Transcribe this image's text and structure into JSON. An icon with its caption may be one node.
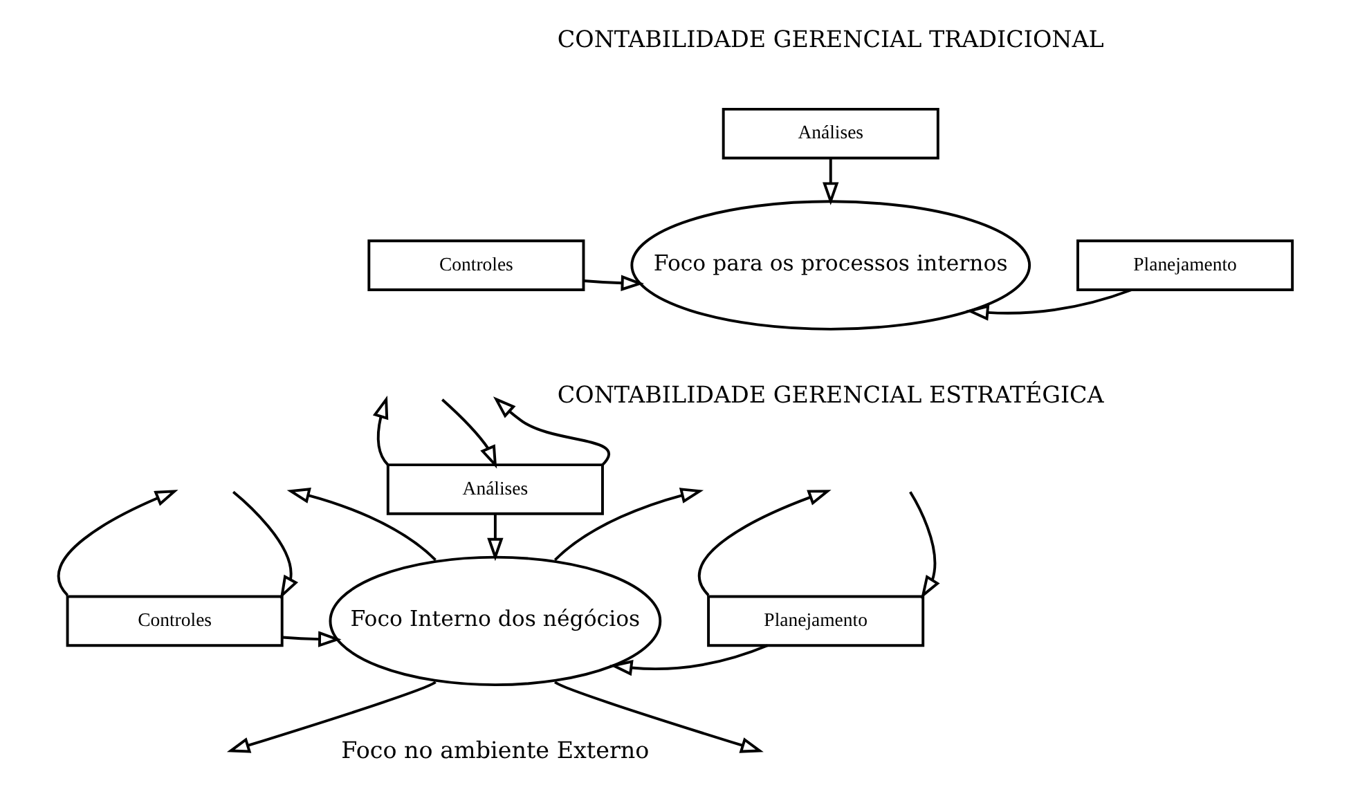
{
  "diagram": {
    "nodes": [
      {
        "text": [
          "Análises"
        ]
      },
      {
        "text": [
          "Controles"
        ]
      },
      {
        "text": [
          "Foco para os processos internos"
        ]
      },
      {
        "text": [
          "Planejamento"
        ]
      },
      {
        "text": [
          "Análises"
        ]
      },
      {
        "text": [
          "Controles"
        ]
      },
      {
        "text": [
          "Foco Interno dos négócios"
        ]
      },
      {
        "text": [
          "Planejamento"
        ]
      }
    ],
    "edges": [
      {
        "from": 0,
        "to": 2,
        "arrow": "to"
      },
      {
        "from": 1,
        "to": 2,
        "arrow": "to"
      },
      {
        "from": 3,
        "to": 2,
        "arrow": "to"
      },
      {
        "from": 4,
        "to": null,
        "arrow": "to"
      },
      {
        "from": null,
        "to": 4,
        "arrow": "to"
      },
      {
        "from": 4,
        "to": null,
        "arrow": "to"
      },
      {
        "from": 4,
        "to": 6,
        "arrow": "to"
      },
      {
        "from": 5,
        "to": null,
        "arrow": "to"
      },
      {
        "from": null,
        "to": 5,
        "arrow": "to"
      },
      {
        "from": 7,
        "to": null,
        "arrow": "to"
      },
      {
        "from": null,
        "to": 7,
        "arrow": "to"
      },
      {
        "from": 5,
        "to": 6,
        "arrow": "to"
      },
      {
        "from": 7,
        "to": 6,
        "arrow": "to"
      },
      {
        "from": 6,
        "to": null,
        "arrow": "to"
      },
      {
        "from": 6,
        "to": null,
        "arrow": "to"
      },
      {
        "from": 6,
        "to": null,
        "arrow": "to"
      },
      {
        "from": 6,
        "to": null,
        "arrow": "to"
      }
    ],
    "labels": [
      "CONTABILIDADE GERENCIAL TRADICIONAL",
      "CONTABILIDADE GERENCIAL ESTRATÉGICA",
      "Foco no ambiente Externo"
    ]
  }
}
